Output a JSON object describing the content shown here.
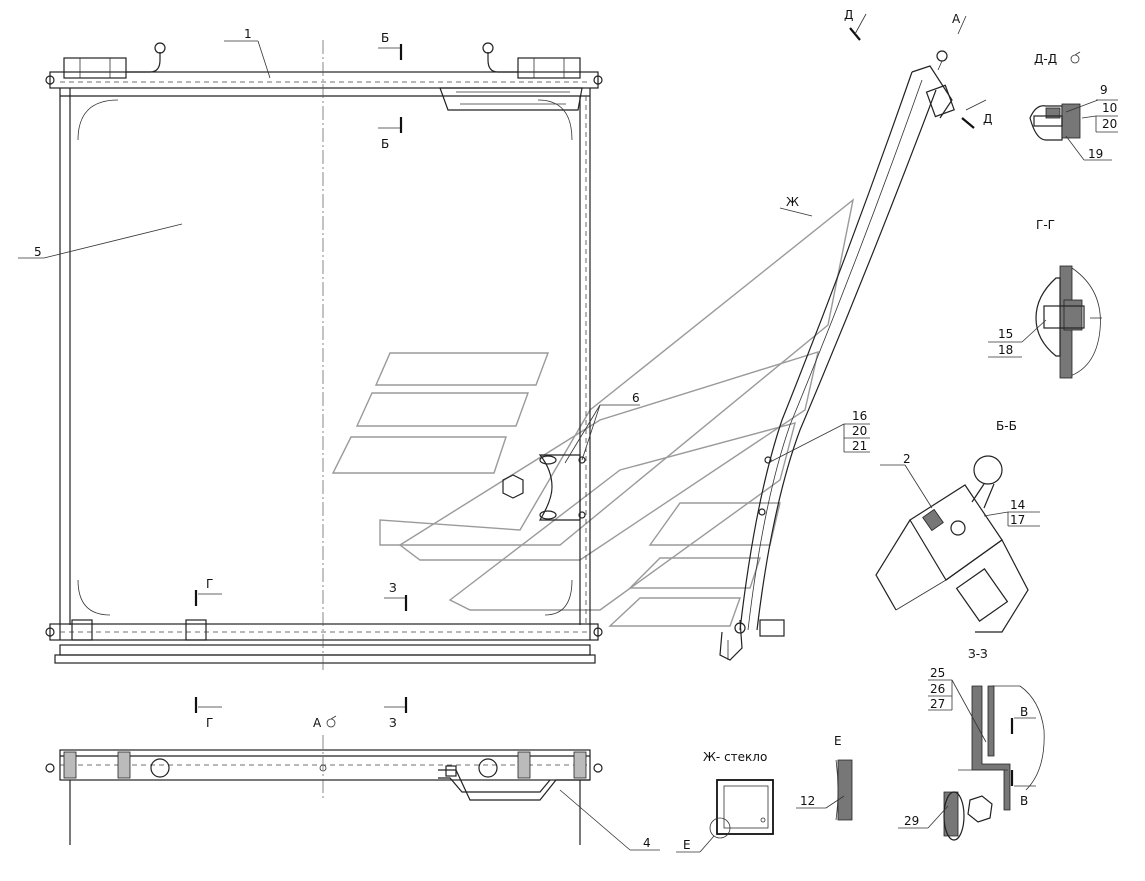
{
  "callouts": {
    "c1": "1",
    "c2": "2",
    "c4": "4",
    "c5": "5",
    "c6": "6",
    "c9": "9",
    "c10": "10",
    "c12": "12",
    "c14": "14",
    "c15": "15",
    "c16": "16",
    "c17": "17",
    "c18": "18",
    "c19": "19",
    "c20a": "20",
    "c20b": "20",
    "c21": "21",
    "c25": "25",
    "c26": "26",
    "c27": "27",
    "c29": "29"
  },
  "section_marks": {
    "b_top": "Б",
    "b_bottom": "Б",
    "g_left": "Г",
    "g_bottom": "Г",
    "z_front": "З",
    "z_bottom": "З",
    "d_top": "Д",
    "d_right": "Д",
    "a_view": "А",
    "zh_arrow": "Ж",
    "v_top": "В",
    "v_bottom": "В",
    "e_mark": "Е"
  },
  "view_titles": {
    "dd": "Д-Д",
    "gg": "Г-Г",
    "bb": "Б-Б",
    "zz": "З-З",
    "a_bottom": "А",
    "zh_glass": "Ж- стекло",
    "e_detail": "Е"
  },
  "icons": {
    "rotation": "rotated-view-icon"
  }
}
